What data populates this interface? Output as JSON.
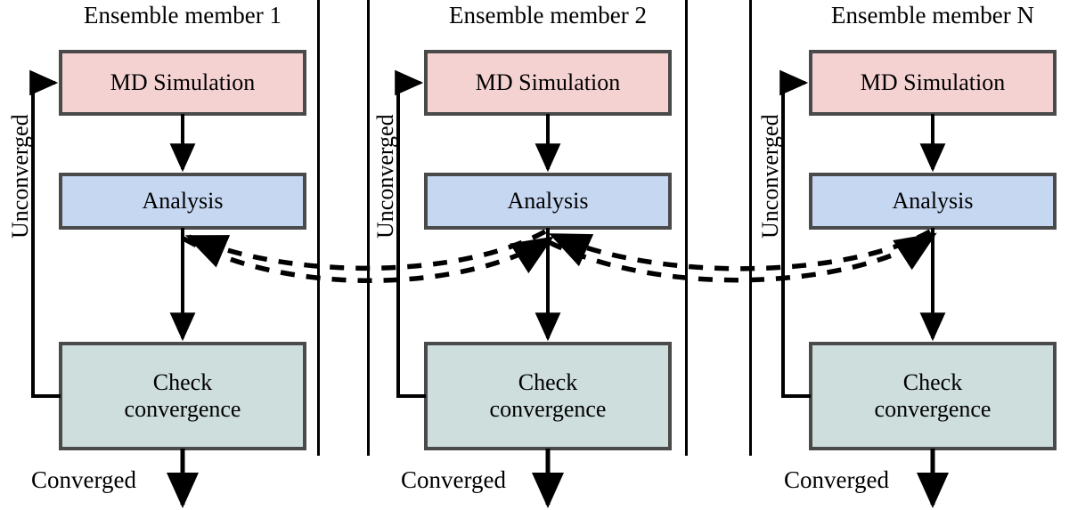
{
  "diagram": {
    "title_hidden": "",
    "panels": [
      {
        "id": "member-1",
        "header": "Ensemble member 1",
        "loop_label": "Unconverged",
        "exit_label": "Converged",
        "steps": [
          {
            "label": "MD Simulation",
            "color": "#f5d2d2"
          },
          {
            "label": "Analysis",
            "color": "#c6d7f2"
          },
          {
            "label": "Check\nconvergence",
            "color": "#cddedd"
          }
        ]
      },
      {
        "id": "member-2",
        "header": "Ensemble member 2",
        "loop_label": "Unconverged",
        "exit_label": "Converged",
        "steps": [
          {
            "label": "MD Simulation",
            "color": "#f5d2d2"
          },
          {
            "label": "Analysis",
            "color": "#c6d7f2"
          },
          {
            "label": "Check\nconvergence",
            "color": "#cddedd"
          }
        ]
      },
      {
        "id": "member-N",
        "header": "Ensemble member N",
        "loop_label": "Unconverged",
        "exit_label": "Converged",
        "steps": [
          {
            "label": "MD Simulation",
            "color": "#f5d2d2"
          },
          {
            "label": "Analysis",
            "color": "#c6d7f2"
          },
          {
            "label": "Check\nconvergence",
            "color": "#cddedd"
          }
        ]
      }
    ],
    "colors": {
      "md_fill": "#f5d2d2",
      "analysis_fill": "#c6d7f2",
      "check_fill": "#cddedd",
      "box_stroke": "#4a4a4a",
      "line": "#000000",
      "divider": "#000000",
      "background": "#ffffff"
    },
    "edges": {
      "solid_style": "solid",
      "interchange_style": "dashed",
      "interchange_note": "dashed curves exchange data between Analysis stages of all ensemble members"
    }
  }
}
